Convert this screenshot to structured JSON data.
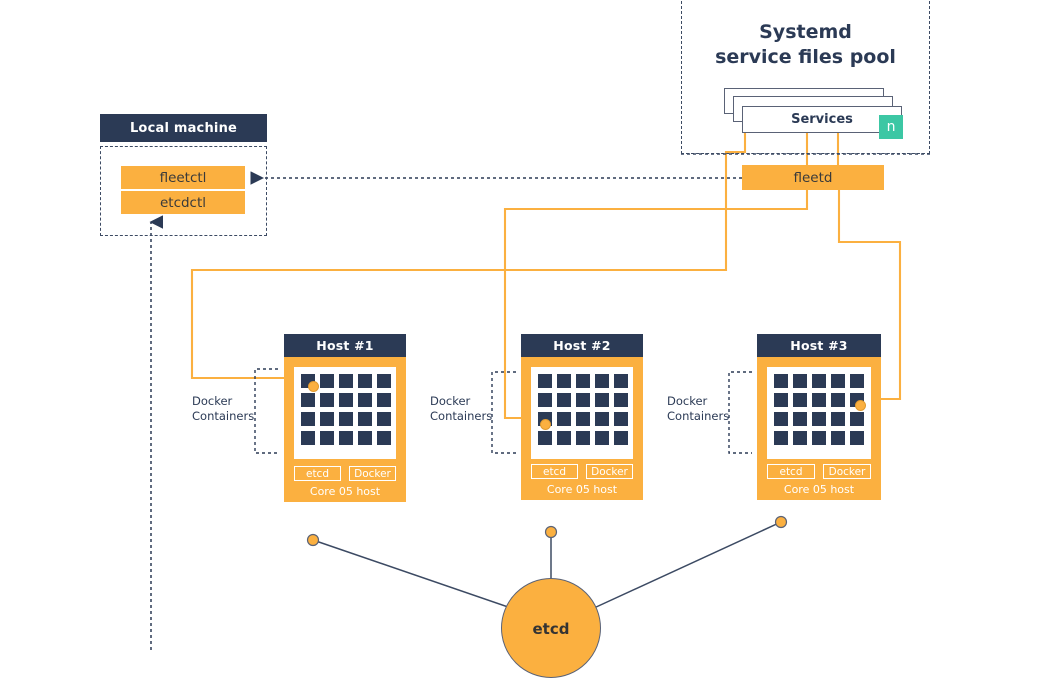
{
  "diagram": {
    "title_visible": false,
    "colors": {
      "navy": "#2b3a55",
      "orange": "#fbb040",
      "teal": "#3cc7a4",
      "dash_gray": "#3c4a63",
      "white": "#ffffff"
    }
  },
  "systemd_pool": {
    "title_line1": "Systemd",
    "title_line2": "service files pool",
    "services_label": "Services",
    "badge_label": "n"
  },
  "local_machine": {
    "header": "Local machine",
    "items": [
      {
        "label": "fleetctl"
      },
      {
        "label": "etcdctl"
      }
    ]
  },
  "fleetd": {
    "label": "fleetd"
  },
  "hosts": [
    {
      "title": "Host #1",
      "chips": [
        "etcd",
        "Docker"
      ],
      "footer": "Core 05 host",
      "grid_rows": 4,
      "grid_cols": 5,
      "highlight_cell": {
        "row": 1,
        "col": 1
      },
      "docker_label_line1": "Docker",
      "docker_label_line2": "Containers"
    },
    {
      "title": "Host #2",
      "chips": [
        "etcd",
        "Docker"
      ],
      "footer": "Core 05 host",
      "grid_rows": 4,
      "grid_cols": 5,
      "highlight_cell": {
        "row": 3,
        "col": 1
      },
      "docker_label_line1": "Docker",
      "docker_label_line2": "Containers"
    },
    {
      "title": "Host #3",
      "chips": [
        "etcd",
        "Docker"
      ],
      "footer": "Core 05 host",
      "grid_rows": 4,
      "grid_cols": 5,
      "highlight_cell": {
        "row": 2,
        "col": 5
      },
      "docker_label_line1": "Docker",
      "docker_label_line2": "Containers"
    }
  ],
  "etcd_node": {
    "label": "etcd"
  }
}
